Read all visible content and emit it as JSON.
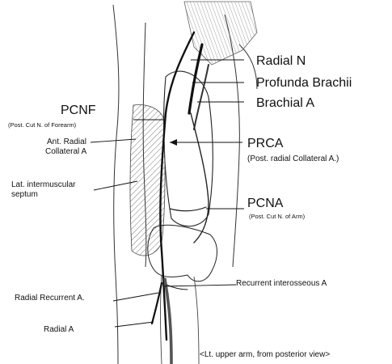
{
  "labels": {
    "radial_n": "Radial N",
    "profunda_brachii": "Profunda Brachii",
    "brachial_a": "Brachial A",
    "pcnf": "PCNF",
    "pcnf_sub": "(Post. Cut N. of Forearm)",
    "ant_radial_1": "Ant. Radial",
    "ant_radial_2": "Collateral A",
    "prca": "PRCA",
    "prca_sub": "(Post. radial Collateral A.)",
    "lat_septum_1": "Lat. intermuscular",
    "lat_septum_2": "septum",
    "pcna": "PCNA",
    "pcna_sub": "(Post. Cut N. of Arm)",
    "recurrent_interosseous": "Recurrent interosseous A",
    "radial_recurrent": "Radial Recurrent A.",
    "radial_a": "Radial A",
    "caption": "<Lt. upper arm, from posterior view>"
  }
}
